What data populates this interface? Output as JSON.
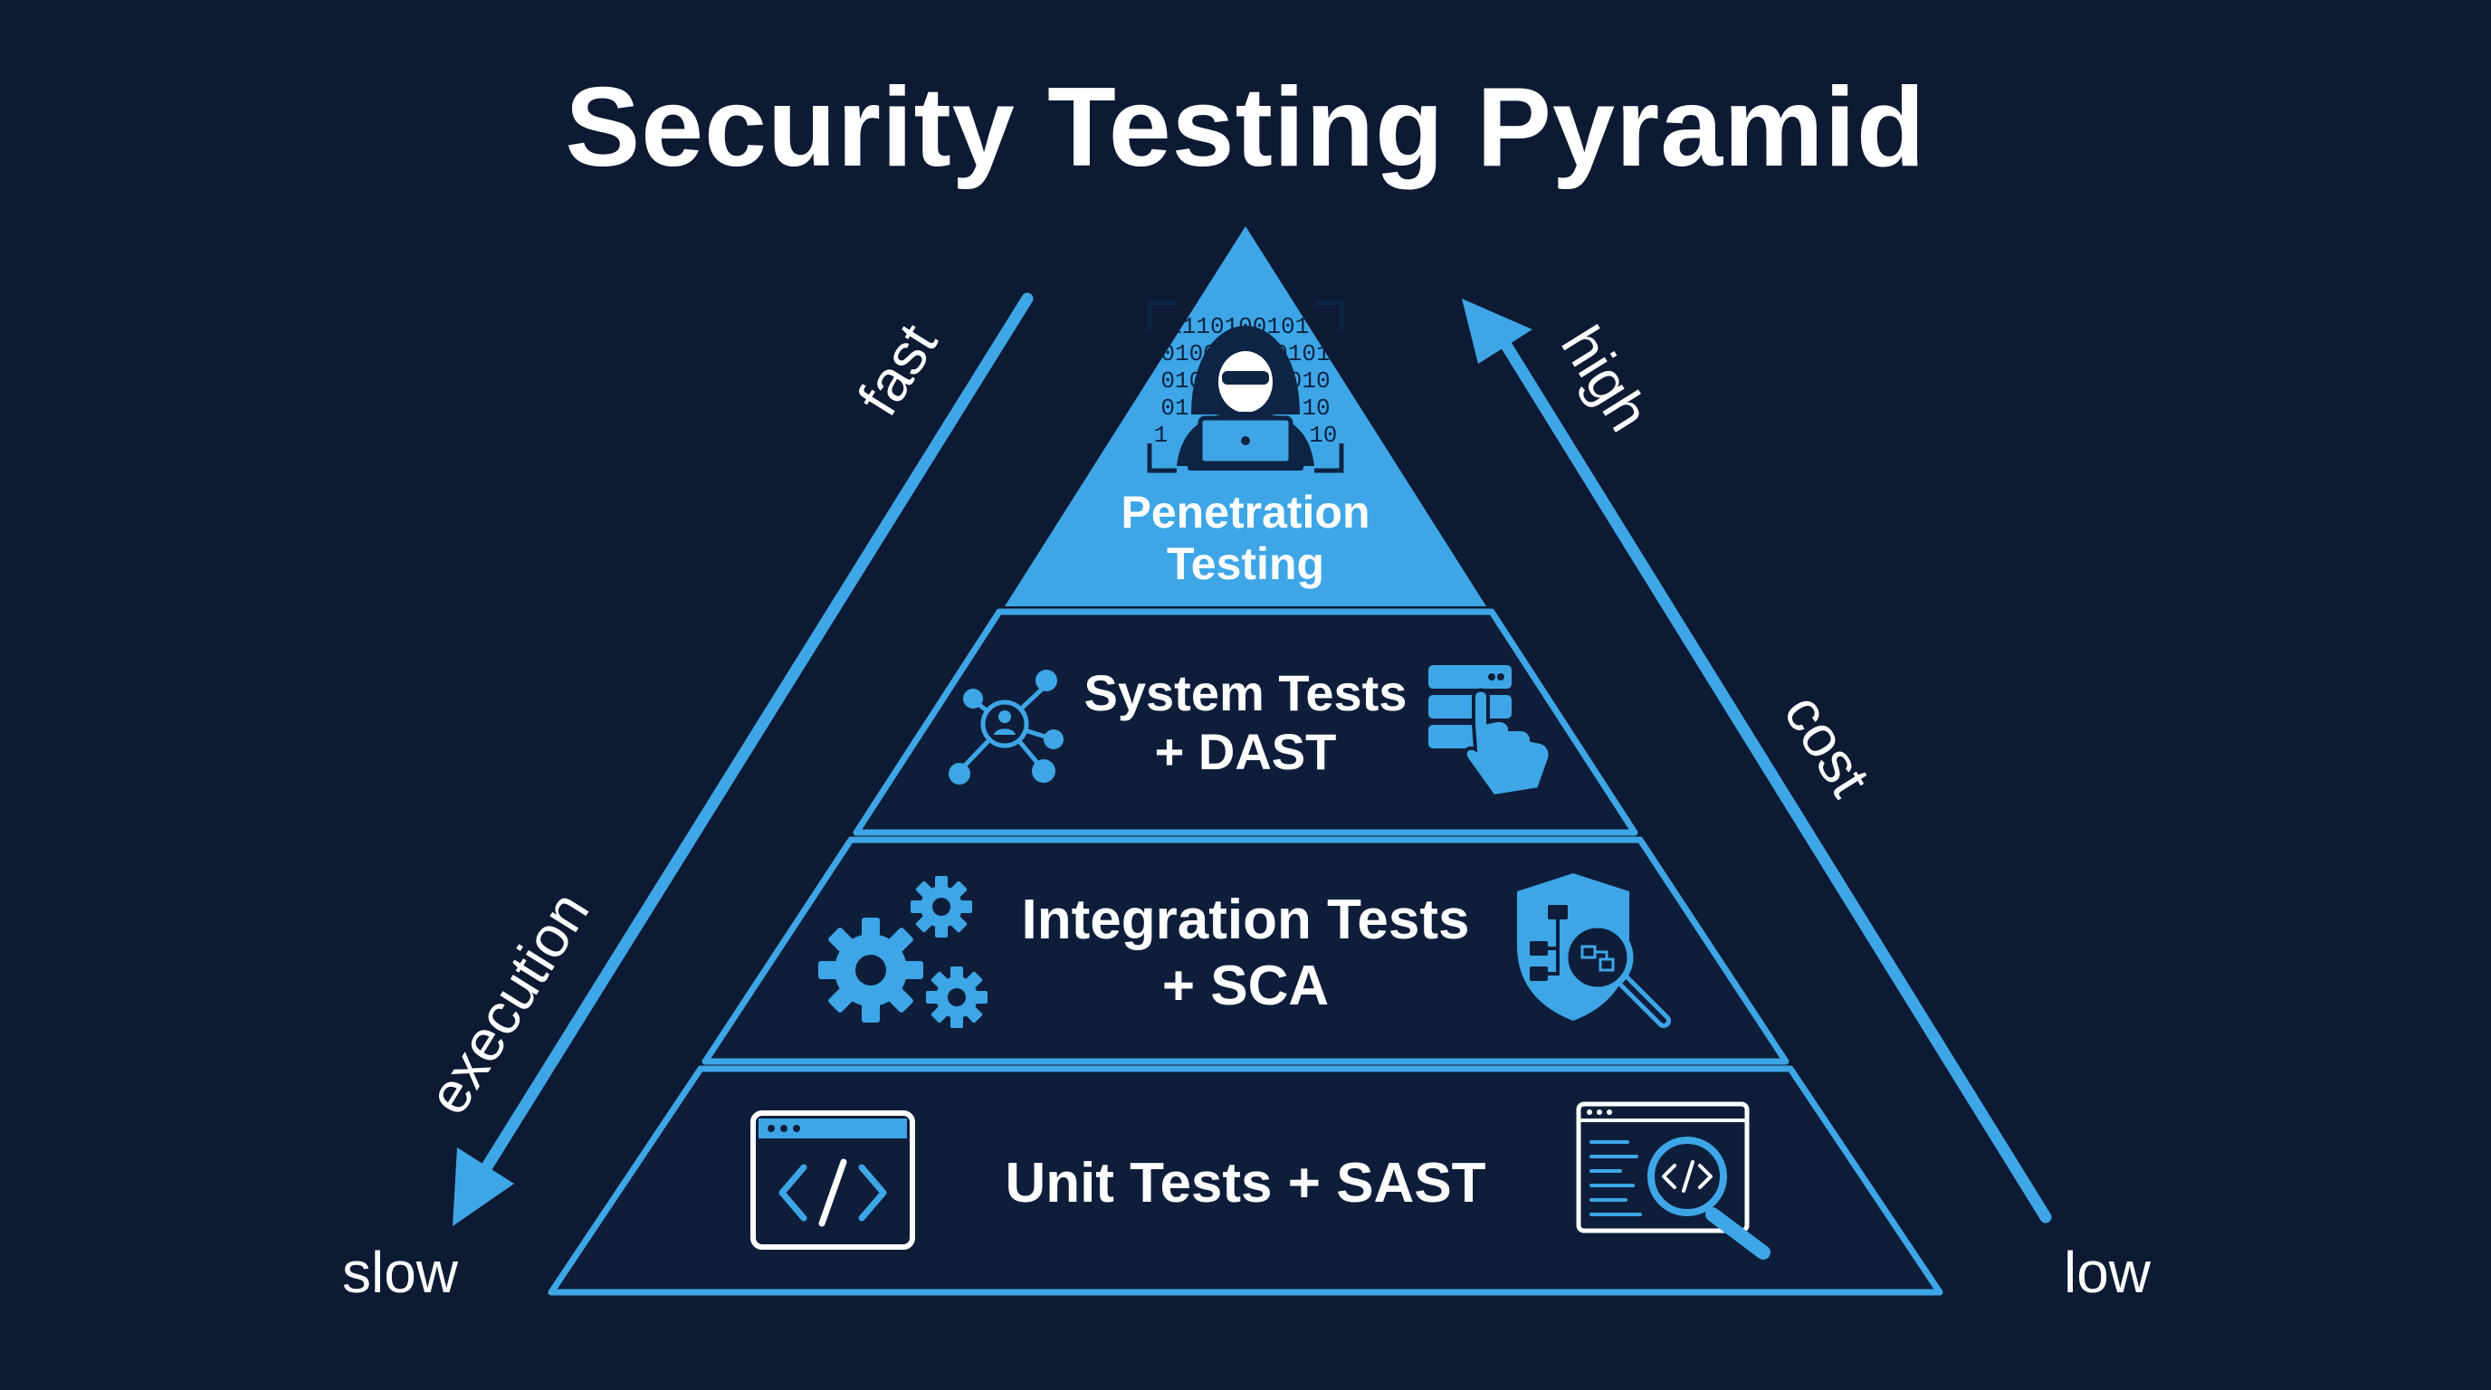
{
  "title": "Security Testing Pyramid",
  "colors": {
    "background": "#0d1a33",
    "accent": "#3ea6e6",
    "tier_fill": "#0e1e3a",
    "text": "#ffffff"
  },
  "tiers": [
    {
      "lines": [
        "Penetration",
        "Testing"
      ],
      "icon": "hacker-laptop-icon"
    },
    {
      "lines": [
        "System Tests",
        "+ DAST"
      ],
      "icons": [
        "network-user-icon",
        "server-click-icon"
      ]
    },
    {
      "lines": [
        "Integration Tests",
        "+ SCA"
      ],
      "icons": [
        "gears-icon",
        "shield-magnifier-icon"
      ]
    },
    {
      "lines": [
        "Unit Tests + SAST"
      ],
      "icons": [
        "code-window-icon",
        "code-inspect-icon"
      ]
    }
  ],
  "binary_rows": [
    "11101001010",
    "0100    0101",
    "010      010",
    "01        10",
    "1          10"
  ],
  "left_axis": {
    "start": "fast",
    "middle": "execution",
    "end": "slow"
  },
  "right_axis": {
    "start": "high",
    "middle": "cost",
    "end": "low"
  }
}
